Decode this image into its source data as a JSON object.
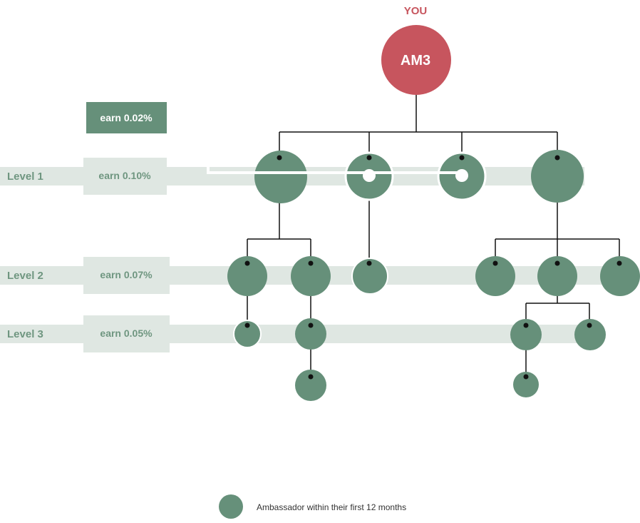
{
  "you_label": "YOU",
  "root": {
    "label": "AM3"
  },
  "earn_badges": [
    {
      "id": "top",
      "text": "earn 0.02%"
    },
    {
      "id": "level1",
      "text": "earn 0.10%"
    },
    {
      "id": "level2",
      "text": "earn 0.07%"
    },
    {
      "id": "level3",
      "text": "earn 0.05%"
    }
  ],
  "levels": [
    {
      "id": 1,
      "label": "Level 1"
    },
    {
      "id": 2,
      "label": "Level 2"
    },
    {
      "id": 3,
      "label": "Level 3"
    }
  ],
  "legend": {
    "text": "Ambassador within their first 12 months"
  },
  "colors": {
    "root": "#c7555e",
    "you_text": "#c7555e",
    "node": "#66907a",
    "band": "#dfe7e2",
    "badge_light": "#dfe7e2",
    "badge_dark": "#66907a",
    "badge_dark_text": "#ffffff",
    "level_text": "#6f9680",
    "line": "#111111",
    "legend_text": "#333333"
  }
}
